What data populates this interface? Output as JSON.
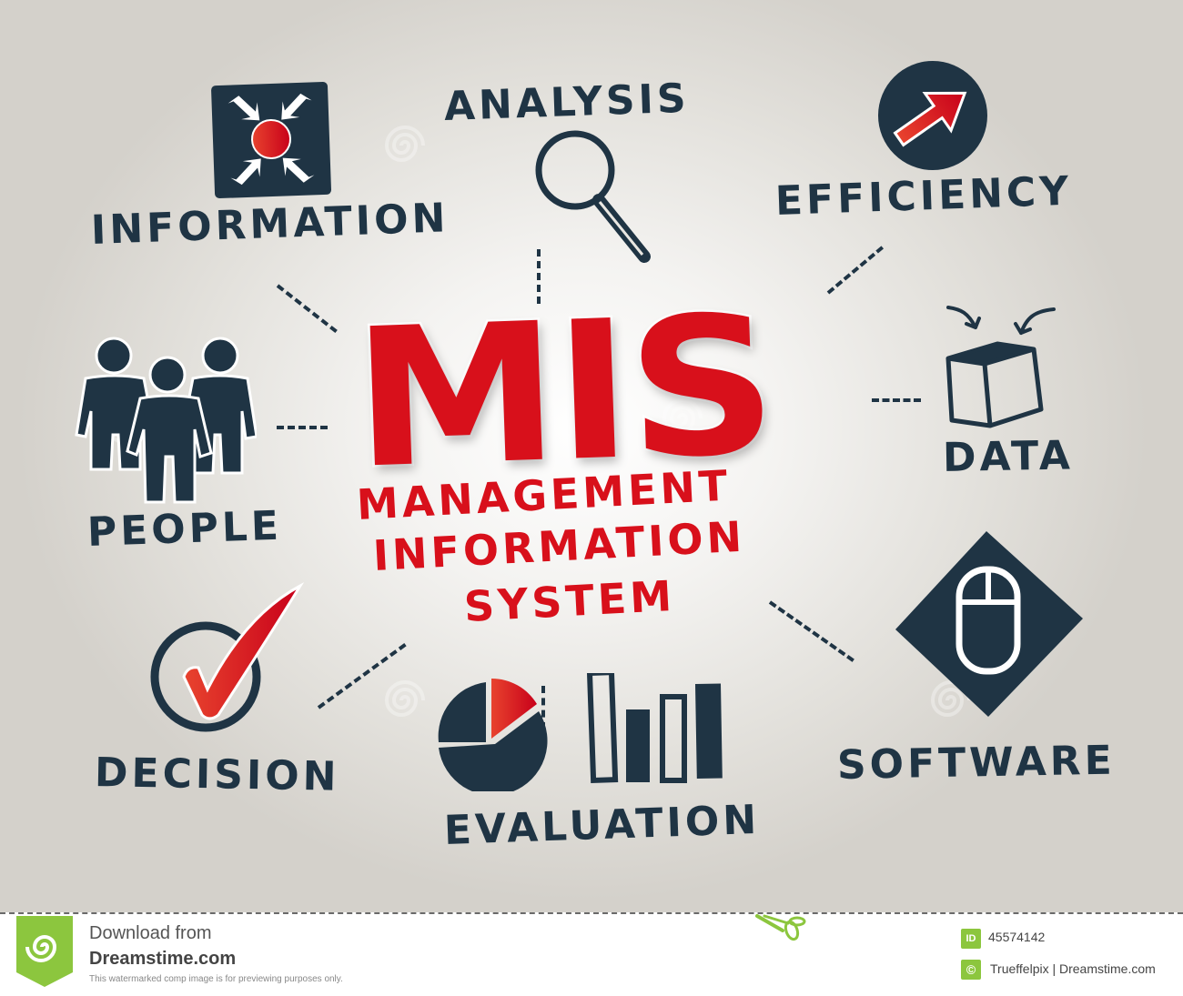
{
  "diagram": {
    "title": "MIS",
    "subtitle_lines": [
      "MANAGEMENT",
      "INFORMATION",
      "SYSTEM"
    ],
    "nodes": [
      {
        "id": "information",
        "label": "INFORMATION",
        "icon": "converging-arrows-target-icon"
      },
      {
        "id": "analysis",
        "label": "ANALYSIS",
        "icon": "magnifying-glass-icon"
      },
      {
        "id": "efficiency",
        "label": "EFFICIENCY",
        "icon": "arrow-up-right-circle-icon"
      },
      {
        "id": "data",
        "label": "DATA",
        "icon": "box-with-arrows-icon"
      },
      {
        "id": "software",
        "label": "SOFTWARE",
        "icon": "computer-mouse-diamond-icon"
      },
      {
        "id": "evaluation",
        "label": "EVALUATION",
        "icon": "pie-and-bar-chart-icon"
      },
      {
        "id": "decision",
        "label": "DECISION",
        "icon": "checkmark-circle-icon"
      },
      {
        "id": "people",
        "label": "PEOPLE",
        "icon": "group-of-people-icon"
      }
    ],
    "colors": {
      "accent_red": "#d8101b",
      "navy": "#1f3444",
      "background_light": "#ffffff",
      "background_dark": "#d4d1cb"
    }
  },
  "footer": {
    "download_text": "Download from",
    "site_name": "Dreamstime.com",
    "note": "This watermarked comp image is for previewing purposes only.",
    "id_badge": "ID",
    "image_id": "45574142",
    "copyright_symbol": "©",
    "credit": "Trueffelpix | Dreamstime.com",
    "brand_color": "#8cc63e"
  }
}
